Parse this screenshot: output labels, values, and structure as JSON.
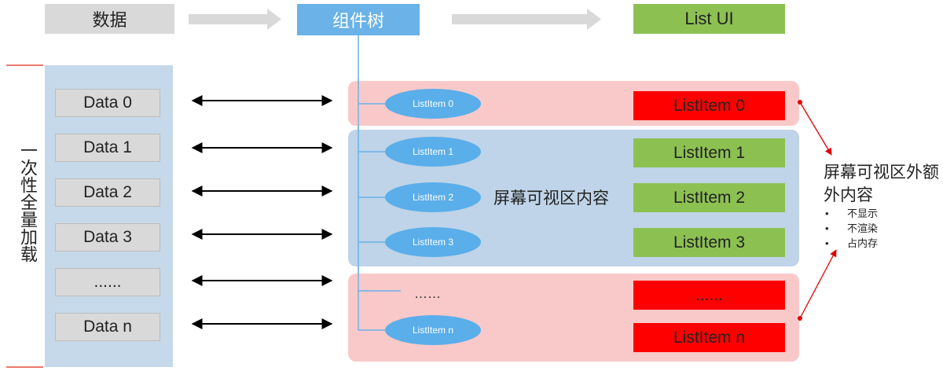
{
  "header": {
    "data_label": "数据",
    "tree_label": "组件树",
    "ui_label": "List UI"
  },
  "side_label": "一次性全量加载",
  "data_items": [
    "Data 0",
    "Data 1",
    "Data 2",
    "Data 3",
    "......",
    "Data n"
  ],
  "tree_items": [
    "ListItem 0",
    "ListItem 1",
    "ListItem 2",
    "ListItem 3",
    "ListItem n"
  ],
  "tree_ellipsis": "……",
  "ui_items": [
    "ListItem 0",
    "ListItem 1",
    "ListItem 2",
    "ListItem 3",
    "......",
    "ListItem n"
  ],
  "visible_label": "屏幕可视区内容",
  "extra": {
    "title": "屏幕可视区外额外内容",
    "bullets": [
      "不显示",
      "不渲染",
      "占内存"
    ]
  },
  "colors": {
    "grey": "#d9d9d9",
    "blue_header": "#6ab2e7",
    "green": "#8cc152",
    "red": "#ff0000",
    "pink_zone": "#f9c9c9",
    "blue_zone": "#bfd4e8",
    "data_panel": "#c6d9ea",
    "ellipse": "#5aaeea"
  }
}
